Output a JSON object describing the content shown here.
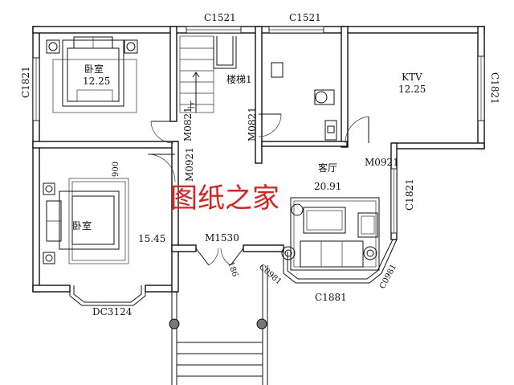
{
  "labels": {
    "win_top_1": "C1521",
    "win_top_2": "C1521",
    "win_left": "C1821",
    "win_right_top": "C1821",
    "win_right_mid": "C1821",
    "bedroom1_name": "卧室",
    "bedroom1_area": "12.25",
    "bedroom2_name": "卧室",
    "bedroom2_area": "15.45",
    "stair_name": "楼梯1",
    "stair_up": "上",
    "ktv_name": "KTV",
    "ktv_area": "12.25",
    "living_name": "客厅",
    "living_area": "20.91",
    "door_m0821_a": "M0821",
    "door_m0821_b": "M0821",
    "door_m0921_a": "M0921",
    "door_m0921_b": "M0921",
    "door_m1530": "M1530",
    "dim_900": "900",
    "bay_win_left": "DC3124",
    "win_bottom": "C1881",
    "win_c0981_left": "C0981",
    "win_c0981_right": "C0981",
    "watermark": "图纸之家",
    "entry_tag": "186"
  }
}
